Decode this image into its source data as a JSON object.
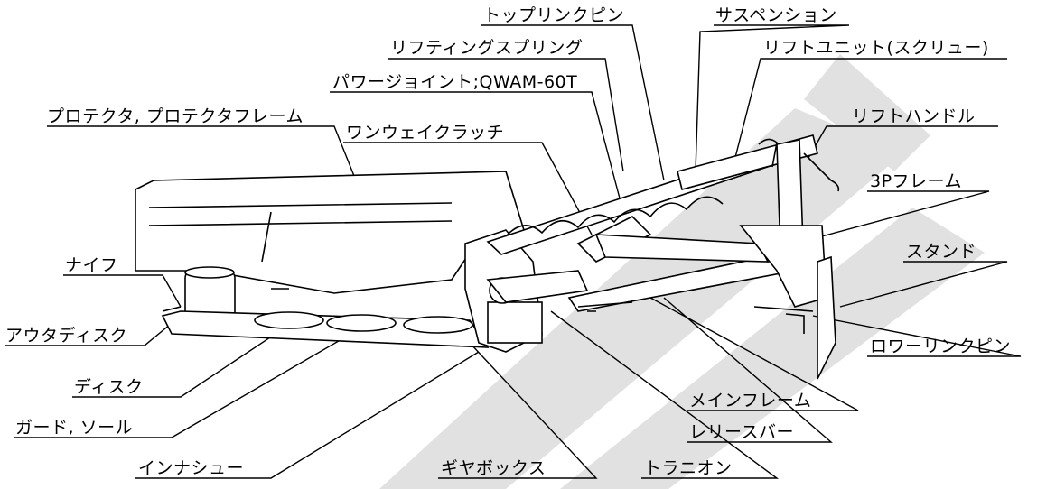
{
  "colors": {
    "ink": "#000000",
    "watermark": "#d9d9d9",
    "background": "#ffffff"
  },
  "watermark": {
    "description": "large diagonal gray stripes (brand mark)"
  },
  "labels": {
    "top_link_pin": "トップリンクピン",
    "suspension": "サスペンション",
    "lift_unit": "リフトユニット(スクリュー)",
    "lifting_spring": "リフティングスプリング",
    "power_joint": "パワージョイント;QWAM-60T",
    "lift_handle": "リフトハンドル",
    "protector": "プロテクタ, プロテクタフレーム",
    "one_way_clutch": "ワンウェイクラッチ",
    "frame_3p": "3Pフレーム",
    "knife": "ナイフ",
    "stand": "スタンド",
    "outer_disc": "アウタディスク",
    "lower_link_pin": "ロワーリンクピン",
    "disc": "ディスク",
    "main_frame": "メインフレーム",
    "guard_sole": "ガード, ソール",
    "release_bar": "レリースバー",
    "inner_shoe": "インナシュー",
    "gearbox": "ギヤボックス",
    "trunnion": "トラニオン"
  }
}
